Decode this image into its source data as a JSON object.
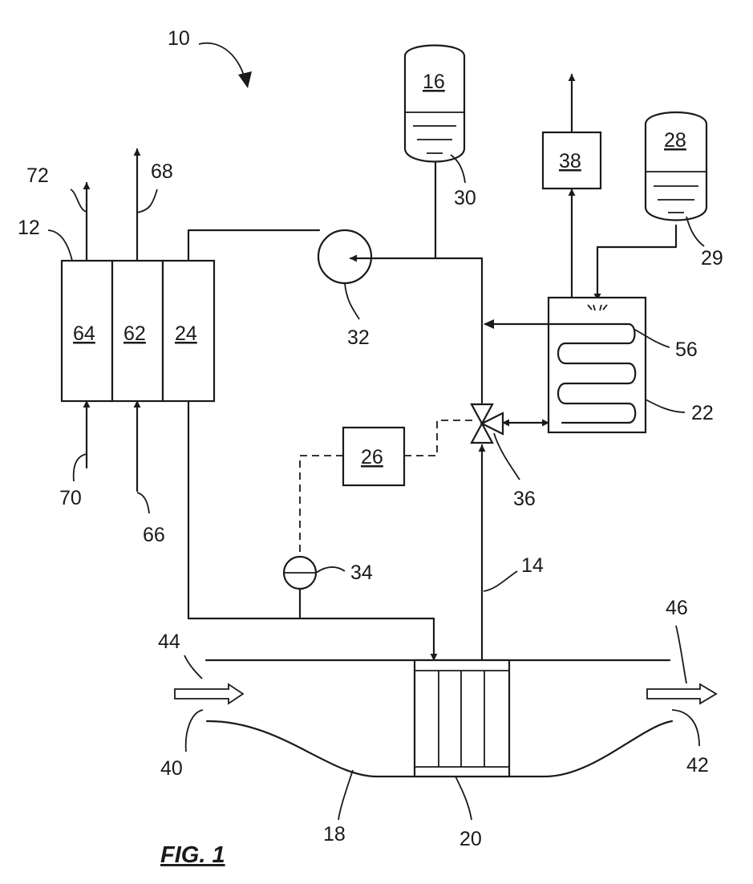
{
  "figure_caption": "FIG. 1",
  "reference_numerals": {
    "system": "10",
    "heat_exchanger_block": "12",
    "line_14": "14",
    "tank_16": "16",
    "duct": "18",
    "core": "20",
    "chamber": "22",
    "section_24": "24",
    "controller": "26",
    "tank_28": "28",
    "liquid_29": "29",
    "liquid_30": "30",
    "pump": "32",
    "sensor": "34",
    "valve": "36",
    "unit_38": "38",
    "inlet": "40",
    "outlet": "42",
    "inlet_flow": "44",
    "outlet_flow": "46",
    "coil": "56",
    "section_62": "62",
    "section_64": "64",
    "flow_66": "66",
    "flow_68": "68",
    "flow_70": "70",
    "flow_72": "72"
  }
}
